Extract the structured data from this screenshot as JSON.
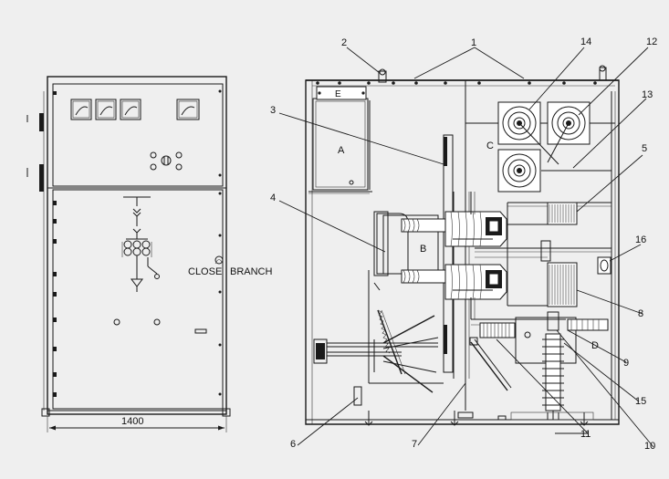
{
  "front_view": {
    "width_dimension": "1400",
    "circuit_label_close": "CLOSE",
    "circuit_label_branch": "BRANCH"
  },
  "section_view": {
    "compartments": {
      "a": "A",
      "b": "B",
      "c": "C",
      "d": "D",
      "e": "E"
    },
    "callouts": [
      "1",
      "2",
      "3",
      "4",
      "5",
      "6",
      "7",
      "8",
      "9",
      "10",
      "11",
      "12",
      "13",
      "14",
      "15",
      "16"
    ]
  }
}
